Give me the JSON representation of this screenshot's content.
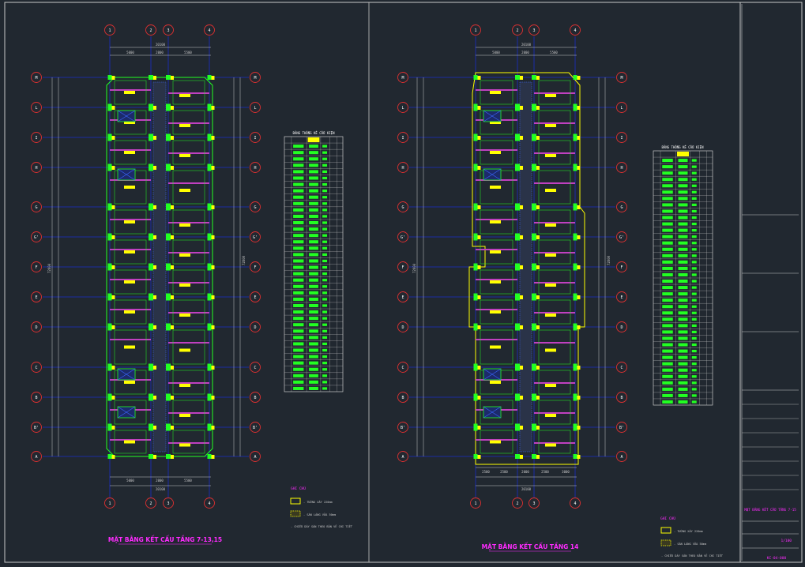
{
  "colors": {
    "background": "#212830",
    "frame": "#c8c8c8",
    "grid": "#1b2cc8",
    "wall_yellow": "#ffff00",
    "column_green": "#22ff22",
    "beam_magenta": "#c040c0",
    "bubble_red": "#e03030",
    "dim": "#c8c8c8",
    "title": "#ff2bff",
    "shaft": "#3a66ff"
  },
  "plans": [
    {
      "title": "MẶT BẰNG KẾT CẤU TẦNG 7-13,15",
      "axis_numbers": [
        "1",
        "2",
        "3",
        "4"
      ],
      "axis_letters": [
        "M",
        "L",
        "I",
        "H",
        "G",
        "G'",
        "F",
        "E",
        "D",
        "C",
        "B",
        "B'",
        "A"
      ],
      "top_dims": [
        "5000",
        "2000",
        "5500"
      ],
      "top_total": "20100",
      "bottom_dims": [
        "5000",
        "2000",
        "5500"
      ],
      "bottom_total": "20100",
      "side_total": "72600",
      "table_title": "BẢNG THỐNG KÊ CẤU KIỆN",
      "legend_title": "GHI CHÚ",
      "legend_items": [
        "- TƯỜNG XÂY 220mm",
        "- SÀN LÁNG VỮA 50mm",
        "- CHIỀU DÀY SÀN THEO BẢN VẼ CHI TIẾT"
      ]
    },
    {
      "title": "MẶT BẰNG KẾT CẤU TẦNG 14",
      "axis_numbers": [
        "1",
        "2",
        "3",
        "4"
      ],
      "axis_letters": [
        "M",
        "L",
        "I",
        "H",
        "G",
        "G'",
        "F",
        "E",
        "D",
        "C",
        "B",
        "B'",
        "A"
      ],
      "top_dims": [
        "5000",
        "2000",
        "5500"
      ],
      "top_total": "20100",
      "bottom_dims": [
        "2500",
        "2500",
        "2000",
        "2500",
        "3000"
      ],
      "bottom_total": "20100",
      "side_total": "72600",
      "table_title": "BẢNG THỐNG KÊ CẤU KIỆN",
      "legend_title": "GHI CHÚ",
      "legend_items": [
        "- TƯỜNG XÂY 220mm",
        "- SÀN LÁNG VỮA 50mm",
        "- CHIỀU DÀY SÀN THEO BẢN VẼ CHI TIẾT"
      ]
    }
  ],
  "title_block": {
    "drawing_name": "MẶT BẰNG KẾT CẤU TẦNG 7-15",
    "scale": "1/100",
    "drawing_no": "KC-04-000"
  }
}
